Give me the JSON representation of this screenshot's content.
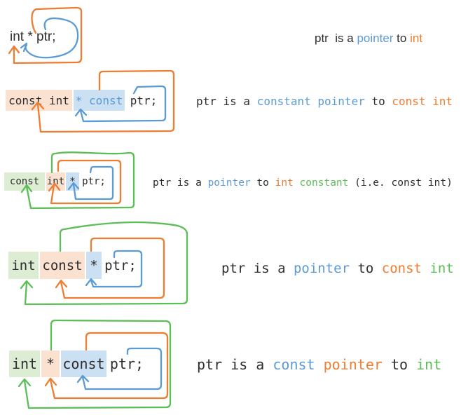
{
  "palette": {
    "arrow_orange": "#ED7D31",
    "arrow_blue": "#5B9BD5",
    "arrow_green": "#5CBE57",
    "highlight_peach": "#FAE1D0",
    "highlight_blue": "#CCE0F4",
    "highlight_green": "#DCEDD4",
    "text_dark": "#2E2E2E"
  },
  "rows": [
    {
      "code": [
        {
          "text": "int * ptr;"
        }
      ],
      "explanation": [
        {
          "text": "ptr  is a "
        },
        {
          "text": "pointer"
        },
        {
          "text": " to "
        },
        {
          "text": "int"
        }
      ]
    },
    {
      "code": [
        {
          "text": "const int"
        },
        {
          "text": "* const"
        },
        {
          "text": "ptr;"
        }
      ],
      "explanation": [
        {
          "text": "ptr is a "
        },
        {
          "text": "constant pointer"
        },
        {
          "text": " to "
        },
        {
          "text": "const int"
        }
      ]
    },
    {
      "code": [
        {
          "text": "const"
        },
        {
          "text": "int"
        },
        {
          "text": "*"
        },
        {
          "text": "ptr;"
        }
      ],
      "explanation": [
        {
          "text": "ptr is a "
        },
        {
          "text": "pointer"
        },
        {
          "text": " to "
        },
        {
          "text": "int"
        },
        {
          "text": " "
        },
        {
          "text": "constant"
        },
        {
          "text": " (i.e. const int)"
        }
      ]
    },
    {
      "code": [
        {
          "text": "int"
        },
        {
          "text": "const"
        },
        {
          "text": "*"
        },
        {
          "text": "ptr;"
        }
      ],
      "explanation": [
        {
          "text": "ptr is a "
        },
        {
          "text": "pointer"
        },
        {
          "text": " to "
        },
        {
          "text": "const"
        },
        {
          "text": " "
        },
        {
          "text": "int"
        }
      ]
    },
    {
      "code": [
        {
          "text": "int"
        },
        {
          "text": "*"
        },
        {
          "text": "const"
        },
        {
          "text": "ptr;"
        }
      ],
      "explanation": [
        {
          "text": "ptr is a "
        },
        {
          "text": "const"
        },
        {
          "text": " "
        },
        {
          "text": "pointer"
        },
        {
          "text": " to "
        },
        {
          "text": "int"
        }
      ]
    }
  ]
}
